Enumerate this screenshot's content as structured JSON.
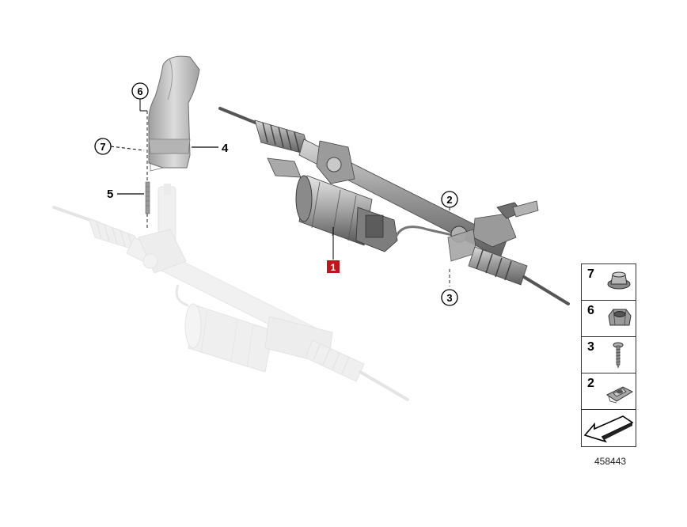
{
  "diagram": {
    "callouts": {
      "c1": "1",
      "c2": "2",
      "c3": "3",
      "c4": "4",
      "c5": "5",
      "c6": "6",
      "c7": "7"
    },
    "colors": {
      "callout_red": "#c0161b",
      "part_grey": "#8c8c8c",
      "ghost_grey": "#d6d6d6"
    }
  },
  "legend": {
    "items": [
      {
        "number": "7",
        "icon": "flange-bolt-icon"
      },
      {
        "number": "6",
        "icon": "hex-nut-icon"
      },
      {
        "number": "3",
        "icon": "screw-icon"
      },
      {
        "number": "2",
        "icon": "clip-nut-icon"
      }
    ],
    "arrow_icon": "arrow-icon"
  },
  "diagram_id": "458443"
}
